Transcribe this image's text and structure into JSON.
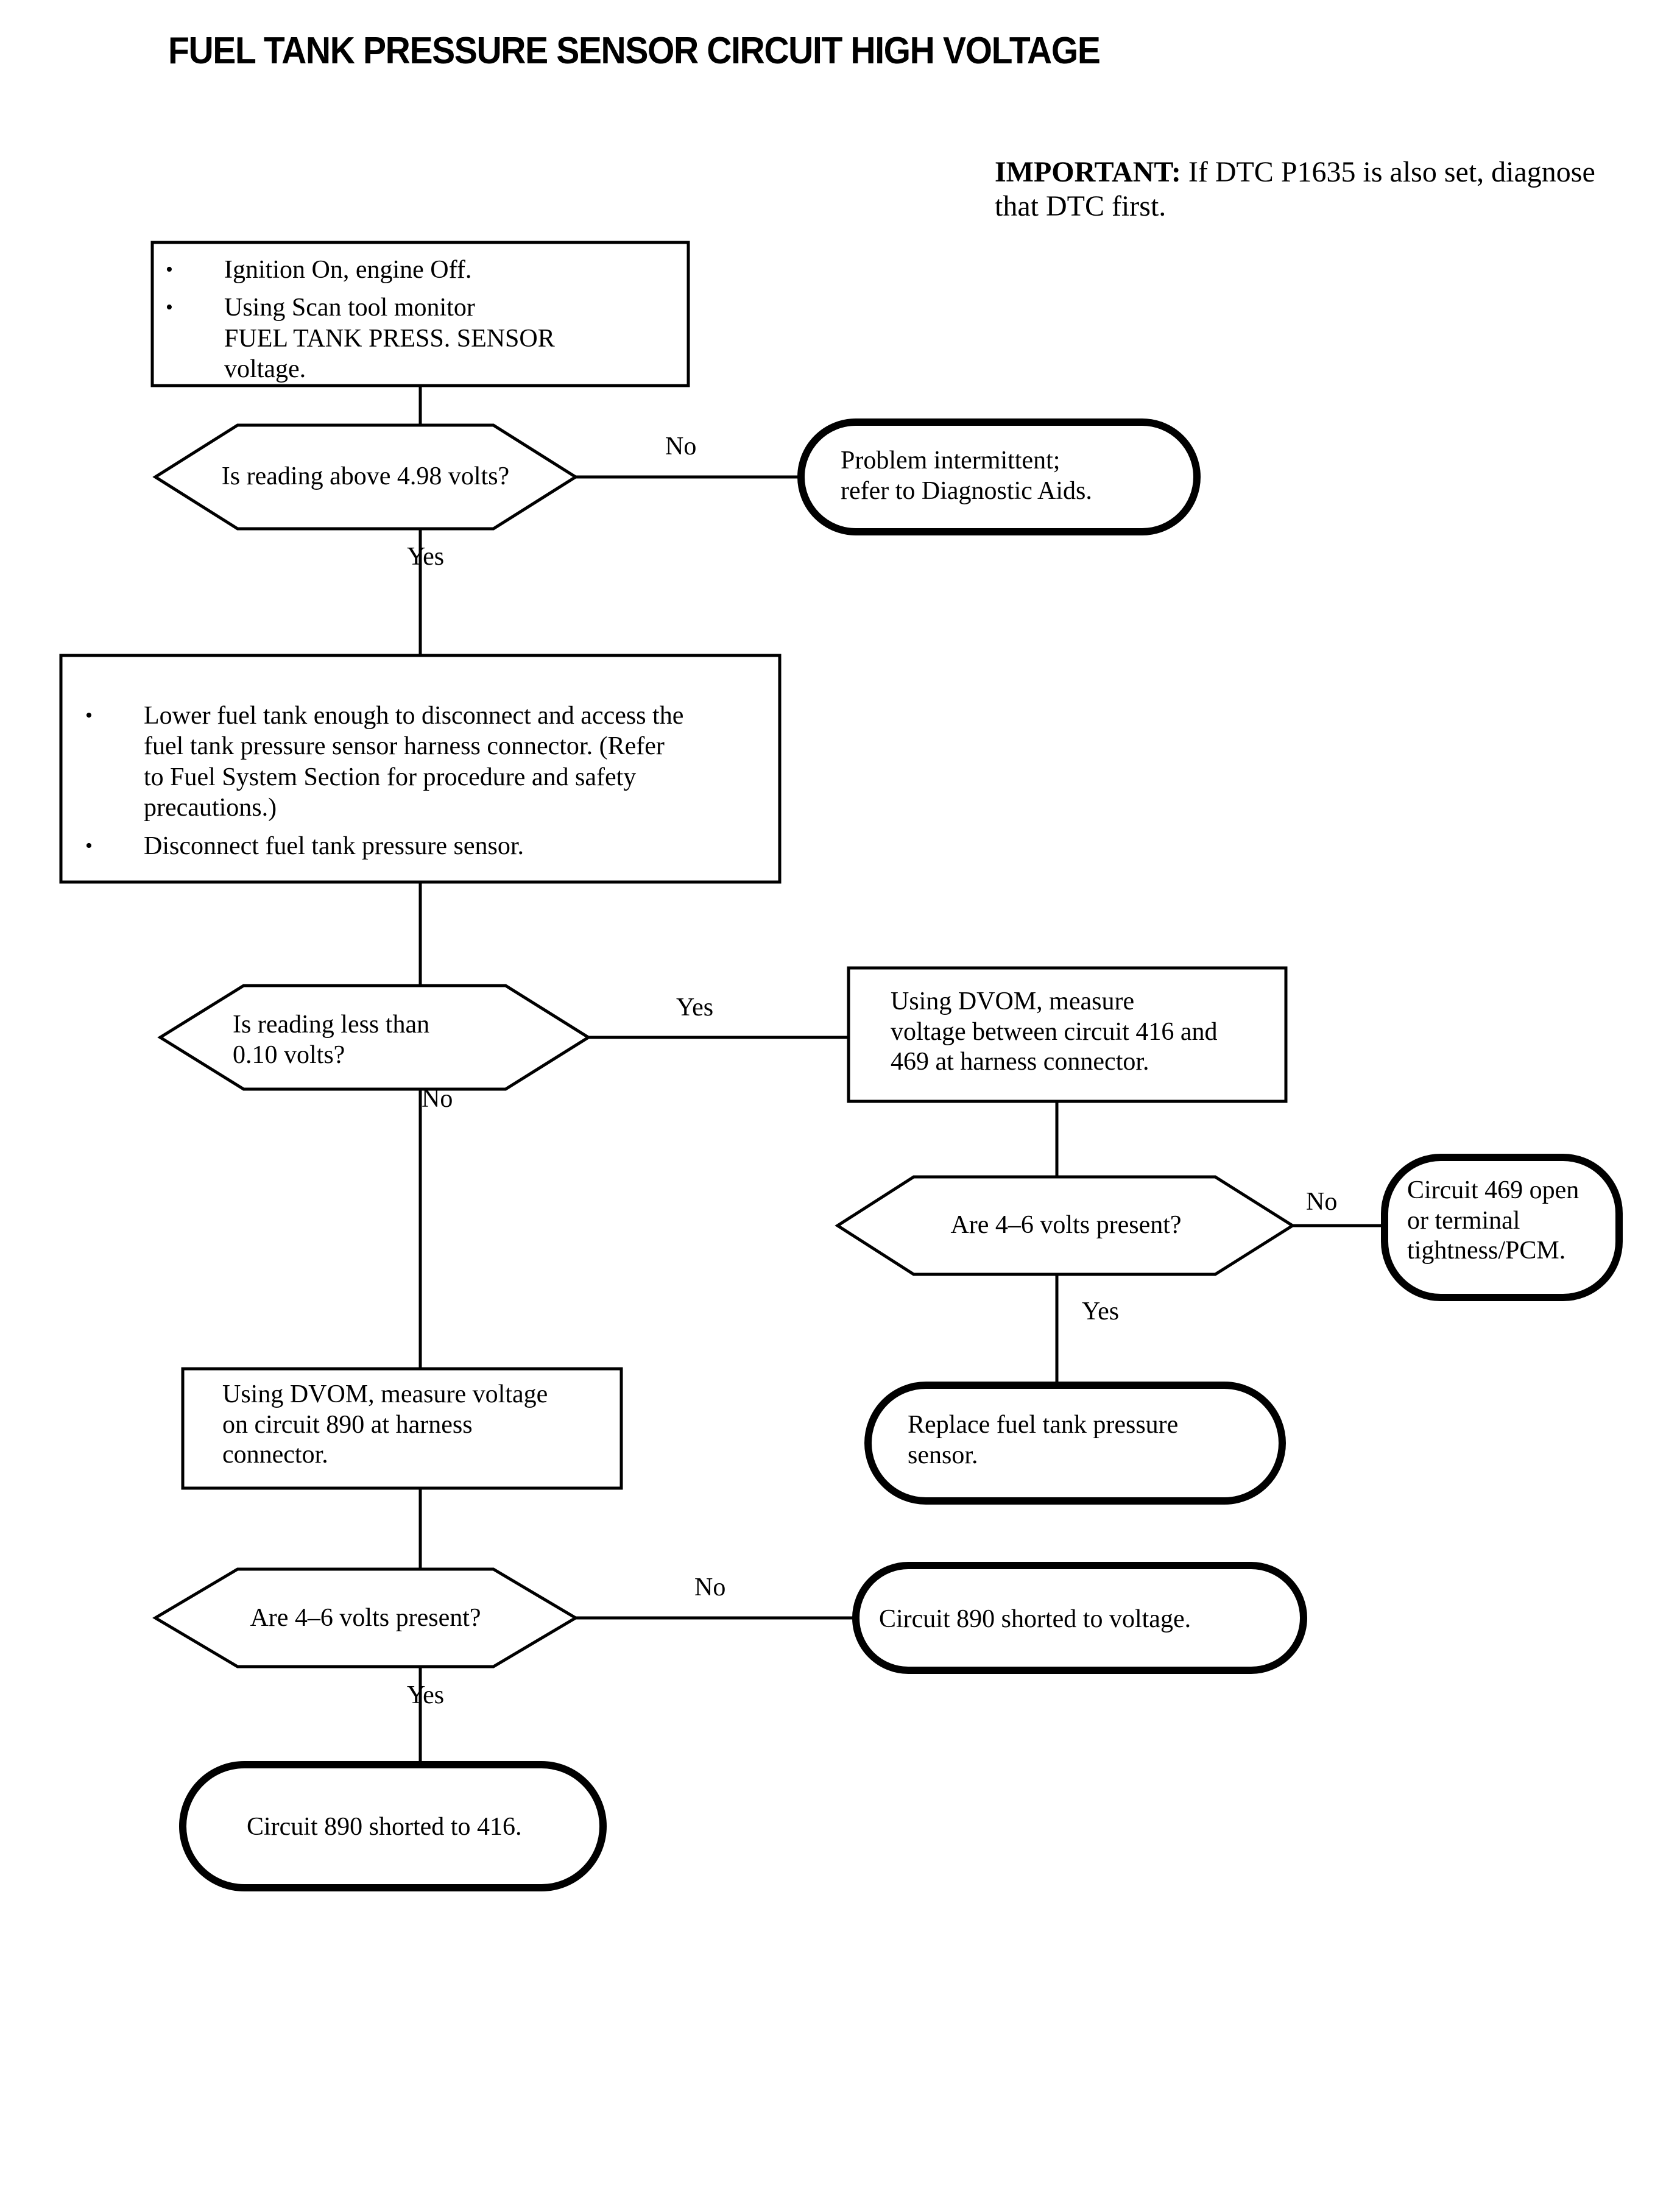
{
  "page": {
    "title": "FUEL TANK PRESSURE SENSOR CIRCUIT HIGH VOLTAGE",
    "important_lead": "IMPORTANT:",
    "important_body": "  If DTC P1635 is also set, diagnose that DTC first."
  },
  "nodes": {
    "step1": {
      "type": "process",
      "bullets": [
        "Ignition On, engine Off.",
        "Using Scan tool monitor\nFUEL TANK PRESS. SENSOR\nvoltage."
      ]
    },
    "decision1": {
      "type": "decision",
      "text": "Is reading above 4.98 volts?",
      "yes_label": "Yes",
      "no_label": "No"
    },
    "terminator1": {
      "type": "terminator",
      "text": "Problem intermittent;\nrefer to Diagnostic Aids."
    },
    "step2": {
      "type": "process",
      "bullets": [
        "Lower fuel tank enough to disconnect and access the\nfuel tank pressure sensor harness connector. (Refer\nto Fuel System Section for procedure and safety\nprecautions.)",
        "Disconnect fuel tank pressure sensor."
      ]
    },
    "decision2": {
      "type": "decision",
      "text": "Is reading less than\n0.10 volts?",
      "yes_label": "Yes",
      "no_label": "No"
    },
    "step3": {
      "type": "process",
      "text": "Using DVOM, measure\nvoltage between circuit 416 and\n469 at harness connector."
    },
    "decision3": {
      "type": "decision",
      "text": "Are 4–6 volts present?",
      "yes_label": "Yes",
      "no_label": "No"
    },
    "terminator2": {
      "type": "terminator",
      "text": "Circuit 469 open\nor terminal\ntightness/PCM."
    },
    "terminator3": {
      "type": "terminator",
      "text": "Replace fuel tank pressure\nsensor."
    },
    "step4": {
      "type": "process",
      "text": "Using DVOM, measure voltage\non circuit 890 at harness\nconnector."
    },
    "decision4": {
      "type": "decision",
      "text": "Are 4–6 volts present?",
      "yes_label": "Yes",
      "no_label": "No"
    },
    "terminator4": {
      "type": "terminator",
      "text": "Circuit 890 shorted to voltage."
    },
    "terminator5": {
      "type": "terminator",
      "text": "Circuit 890 shorted to 416."
    }
  },
  "colors": {
    "ink": "#000000",
    "paper": "#ffffff"
  }
}
